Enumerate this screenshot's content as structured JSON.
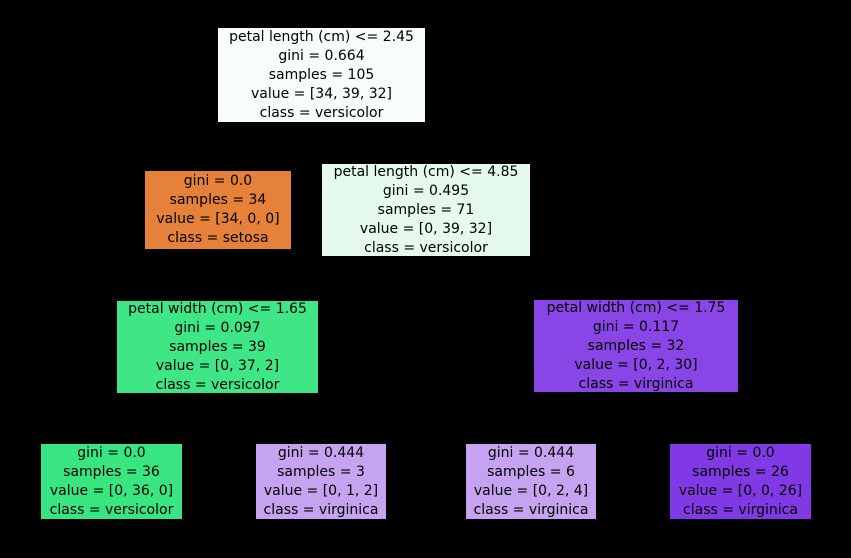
{
  "figure": {
    "kind": "decision-tree-plot",
    "background_color": "#000000",
    "text_color": "#000000"
  },
  "class_colors": {
    "setosa": "#e58139",
    "versicolor": "#39e581",
    "virginica": "#8139e5"
  },
  "tree": {
    "nodes": [
      {
        "id": "root",
        "depth": 0,
        "color": "#f7fdf9",
        "lines": {
          "condition": "petal length (cm) <= 2.45",
          "gini": "gini = 0.664",
          "samples": "samples = 105",
          "value": "value = [34, 39, 32]",
          "class": "class = versicolor"
        }
      },
      {
        "id": "setosa-leaf",
        "depth": 1,
        "color": "#e58139",
        "lines": {
          "gini": "gini = 0.0",
          "samples": "samples = 34",
          "value": "value = [34, 0, 0]",
          "class": "class = setosa"
        }
      },
      {
        "id": "petal-length-4-85",
        "depth": 1,
        "color": "#e5f9ed",
        "lines": {
          "condition": "petal length (cm) <= 4.85",
          "gini": "gini = 0.495",
          "samples": "samples = 71",
          "value": "value = [0, 39, 32]",
          "class": "class = versicolor"
        }
      },
      {
        "id": "petal-width-1-65",
        "depth": 2,
        "color": "#3fe685",
        "lines": {
          "condition": "petal width (cm) <= 1.65",
          "gini": "gini = 0.097",
          "samples": "samples = 39",
          "value": "value = [0, 37, 2]",
          "class": "class = versicolor"
        }
      },
      {
        "id": "petal-width-1-75",
        "depth": 2,
        "color": "#8945e6",
        "lines": {
          "condition": "petal width (cm) <= 1.75",
          "gini": "gini = 0.117",
          "samples": "samples = 32",
          "value": "value = [0, 2, 30]",
          "class": "class = virginica"
        }
      },
      {
        "id": "versicolor-leaf",
        "depth": 3,
        "color": "#39e581",
        "lines": {
          "gini": "gini = 0.0",
          "samples": "samples = 36",
          "value": "value = [0, 36, 0]",
          "class": "class = versicolor"
        }
      },
      {
        "id": "virginica-leaf-small-a",
        "depth": 3,
        "color": "#c5a3f0",
        "lines": {
          "gini": "gini = 0.444",
          "samples": "samples = 3",
          "value": "value = [0, 1, 2]",
          "class": "class = virginica"
        }
      },
      {
        "id": "virginica-leaf-small-b",
        "depth": 3,
        "color": "#c5a3f0",
        "lines": {
          "gini": "gini = 0.444",
          "samples": "samples = 6",
          "value": "value = [0, 2, 4]",
          "class": "class = virginica"
        }
      },
      {
        "id": "virginica-leaf",
        "depth": 3,
        "color": "#8139e5",
        "lines": {
          "gini": "gini = 0.0",
          "samples": "samples = 26",
          "value": "value = [0, 0, 26]",
          "class": "class = virginica"
        }
      }
    ]
  }
}
